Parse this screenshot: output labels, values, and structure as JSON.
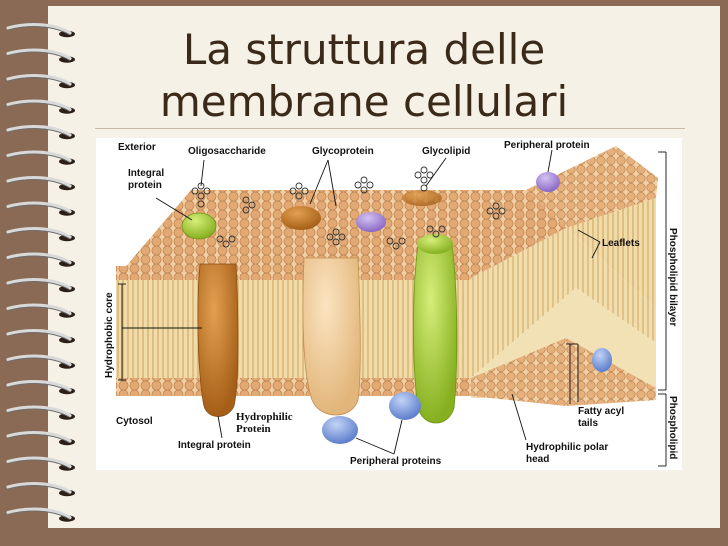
{
  "slide": {
    "title_line1": "La struttura delle",
    "title_line2": "membrane cellulari"
  },
  "figure": {
    "labels": {
      "exterior": "Exterior",
      "oligosaccharide": "Oligosaccharide",
      "glycoprotein": "Glycoprotein",
      "glycolipid": "Glycolipid",
      "peripheral_protein_top": "Peripheral protein",
      "integral_protein_top_1": "Integral",
      "integral_protein_top_2": "protein",
      "leaflets": "Leaflets",
      "phospholipid_bilayer": "Phospholipid  bilayer",
      "phospholipid": "Phospholipid",
      "hydrophobic_core": "Hydrophobic core",
      "cytosol": "Cytosol",
      "hydrophilic_protein_1": "Hydrophilic",
      "hydrophilic_protein_2": "Protein",
      "integral_protein_bottom": "Integral protein",
      "peripheral_proteins": "Peripheral proteins",
      "fatty_acyl_tails_1": "Fatty acyl",
      "fatty_acyl_tails_2": "tails",
      "hydrophilic_polar_head_1": "Hydrophilic polar",
      "hydrophilic_polar_head_2": "head"
    },
    "colors": {
      "head": "#e8b98c",
      "tail": "#d9b574",
      "brown_protein": "#c07a2a",
      "beige_protein": "#f3cf9c",
      "green_protein": "#a9cc3a",
      "purple_protein": "#a98ad6",
      "blue_protein": "#6f8fd6"
    }
  }
}
